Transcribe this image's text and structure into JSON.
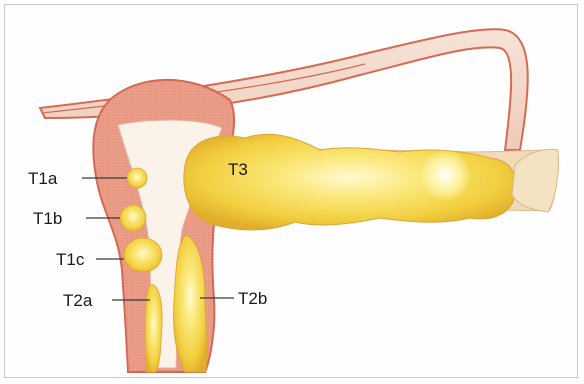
{
  "diagram": {
    "labels": {
      "t1a": "T1a",
      "t1b": "T1b",
      "t1c": "T1c",
      "t2a": "T2a",
      "t2b": "T2b",
      "t3": "T3"
    },
    "colors": {
      "tissue_outer": "#e99a86",
      "tissue_inner": "#f6d7c9",
      "cavity": "#fbf4ec",
      "tube_edge": "#d66a55",
      "tumor_core": "#fff6a8",
      "tumor_mid": "#f6d84a",
      "tumor_edge": "#e2b12c",
      "frame_border": "#c9c9c9"
    }
  }
}
